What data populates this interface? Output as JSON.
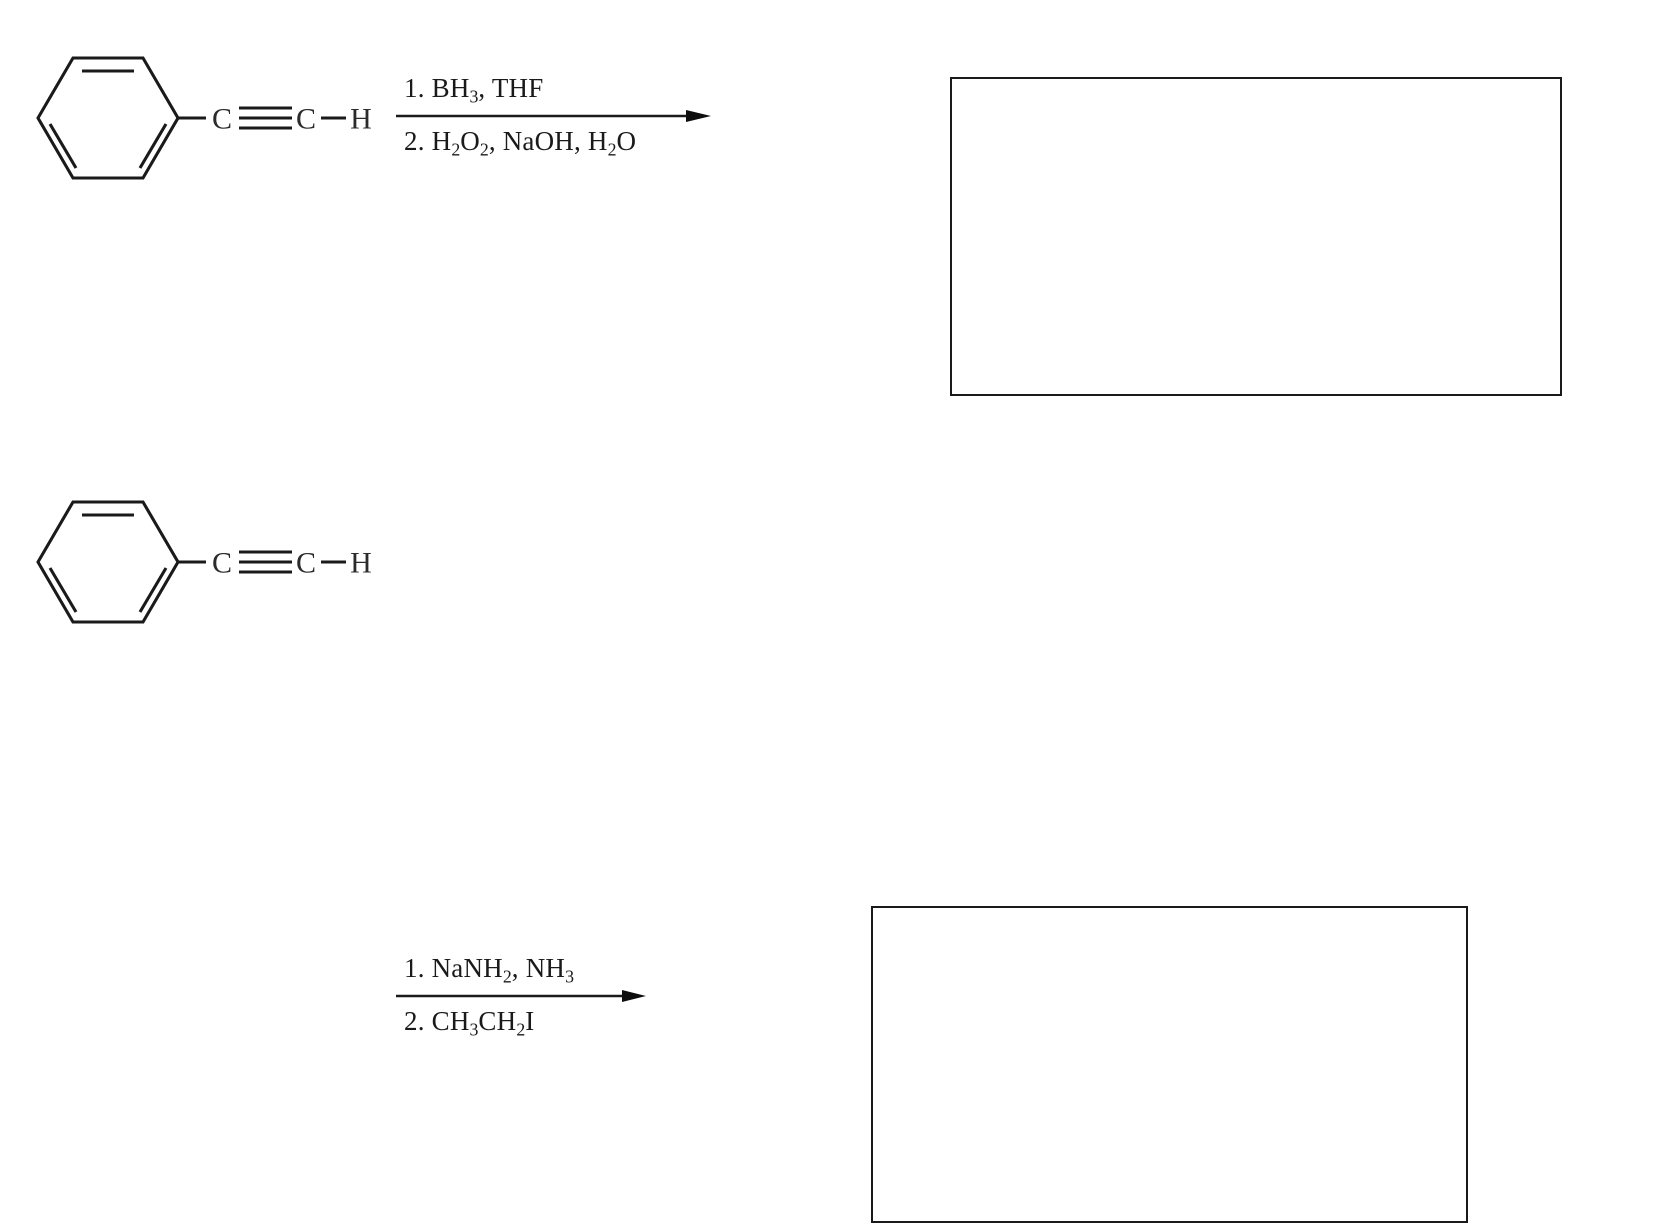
{
  "page": {
    "title": "Alkyne reaction worksheet",
    "background_color": "#ffffff",
    "ink_color": "#1a1a1a"
  },
  "reactions": [
    {
      "id": "reaction-1",
      "reactant": {
        "name": "phenylacetylene",
        "ring": "benzene",
        "chain_labels": [
          "C",
          "C",
          "H"
        ],
        "bond_between_carbons": "triple",
        "terminal_bond": "single"
      },
      "arrow": {
        "type": "forward-reaction-arrow",
        "above": {
          "step": "1.",
          "text": "BH3, THF",
          "parts": [
            {
              "t": "1.",
              "sub": false
            },
            {
              "t": " BH",
              "sub": false
            },
            {
              "t": "3",
              "sub": true
            },
            {
              "t": ", THF",
              "sub": false
            }
          ]
        },
        "below": {
          "step": "2.",
          "text": "H2O2, NaOH, H2O",
          "parts": [
            {
              "t": "2.",
              "sub": false
            },
            {
              "t": " H",
              "sub": false
            },
            {
              "t": "2",
              "sub": true
            },
            {
              "t": "O",
              "sub": false
            },
            {
              "t": "2",
              "sub": true
            },
            {
              "t": ", NaOH, H",
              "sub": false
            },
            {
              "t": "2",
              "sub": true
            },
            {
              "t": "O",
              "sub": false
            }
          ]
        }
      },
      "answer_box": {
        "label": "answer-box-1",
        "content": "",
        "empty": true
      }
    },
    {
      "id": "reaction-2",
      "reactant": {
        "name": "phenylacetylene",
        "ring": "benzene",
        "chain_labels": [
          "C",
          "C",
          "H"
        ],
        "bond_between_carbons": "triple",
        "terminal_bond": "single"
      },
      "arrow": {
        "type": "forward-reaction-arrow",
        "above": {
          "step": "1.",
          "text": "NaNH2, NH3",
          "parts": [
            {
              "t": "1.",
              "sub": false
            },
            {
              "t": " NaNH",
              "sub": false
            },
            {
              "t": "2",
              "sub": true
            },
            {
              "t": ", NH",
              "sub": false
            },
            {
              "t": "3",
              "sub": true
            }
          ]
        },
        "below": {
          "step": "2.",
          "text": "CH3CH2I",
          "parts": [
            {
              "t": "2.",
              "sub": false
            },
            {
              "t": " CH",
              "sub": false
            },
            {
              "t": "3",
              "sub": true
            },
            {
              "t": "CH",
              "sub": false
            },
            {
              "t": "2",
              "sub": true
            },
            {
              "t": "I",
              "sub": false
            }
          ]
        }
      },
      "answer_box": {
        "label": "answer-box-2",
        "content": "",
        "empty": true
      }
    }
  ]
}
